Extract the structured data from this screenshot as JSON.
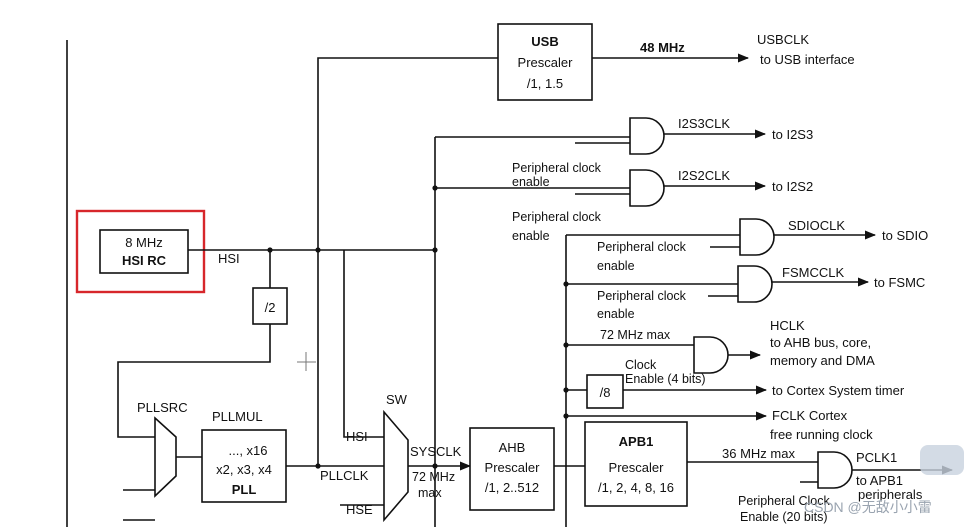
{
  "blocks": {
    "usb": [
      "USB",
      "Prescaler",
      "/1, 1.5"
    ],
    "hsi": [
      "8 MHz",
      "HSI RC"
    ],
    "div2": "/2",
    "div8": "/8",
    "pllmul": [
      "..., x16",
      "x2, x3, x4",
      "PLL"
    ],
    "ahb": [
      "AHB",
      "Prescaler",
      "/1, 2..512"
    ],
    "apb1": [
      "APB1",
      "Prescaler",
      "/1, 2, 4, 8, 16"
    ]
  },
  "labels": {
    "usb_freq": "48 MHz",
    "usbclk": "USBCLK",
    "to_usb": "to USB interface",
    "i2s3clk": "I2S3CLK",
    "to_i2s3": "to I2S3",
    "i2s2clk": "I2S2CLK",
    "to_i2s2": "to I2S2",
    "sdioclk": "SDIOCLK",
    "to_sdio": "to SDIO",
    "fsmcclk": "FSMCCLK",
    "to_fsmc": "to FSMC",
    "pce_1a": "Peripheral clock",
    "pce_1b": "enable",
    "pce_2a": "Peripheral clock",
    "pce_2b": "enable",
    "pce_3a": "Peripheral clock",
    "pce_3b": "enable",
    "pce_4a": "Peripheral clock",
    "pce_4b": "enable",
    "hsi": "HSI",
    "hclk_max": "72 MHz max",
    "hclk": "HCLK",
    "hclk_to1": "to AHB bus, core,",
    "hclk_to2": "memory and DMA",
    "clock_en_a": "Clock",
    "clock_en_b": "Enable (4 bits)",
    "cortex_timer": "to Cortex System timer",
    "fclk1": "FCLK Cortex",
    "fclk2": "free running clock",
    "pllsrc": "PLLSRC",
    "pllmul": "PLLMUL",
    "sw": "SW",
    "mux_hsi": "HSI",
    "mux_pllclk": "PLLCLK",
    "mux_hse": "HSE",
    "sysclk": "SYSCLK",
    "sys_max1": "72 MHz",
    "sys_max2": "max",
    "apb1_max": "36 MHz max",
    "pclk1": "PCLK1",
    "to_apb1a": "to APB1",
    "to_apb1b": "peripherals",
    "pce_5": "Peripheral Clock",
    "enable_20": "Enable (20 bits)",
    "watermark": "CSDN @无敌小小雷"
  },
  "colors": {
    "highlight": "#d7262b",
    "line": "#111111"
  }
}
